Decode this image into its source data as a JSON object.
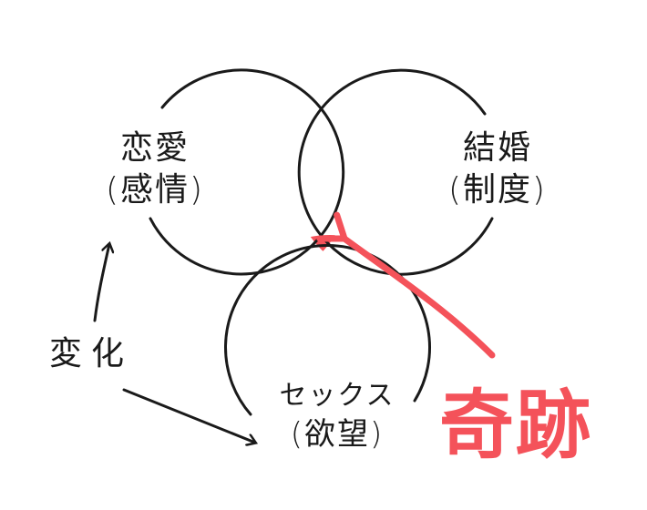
{
  "diagram": {
    "type": "venn",
    "sets": [
      {
        "label": "恋愛",
        "sublabel": "(感情)"
      },
      {
        "label": "結婚",
        "sublabel": "(制度)"
      },
      {
        "label": "セックス",
        "sublabel": "(欲望)"
      }
    ],
    "change_label": "変化",
    "highlight_label": "奇跡",
    "colors": {
      "ink": "#1a1a1a",
      "highlight": "#f4525a"
    }
  }
}
